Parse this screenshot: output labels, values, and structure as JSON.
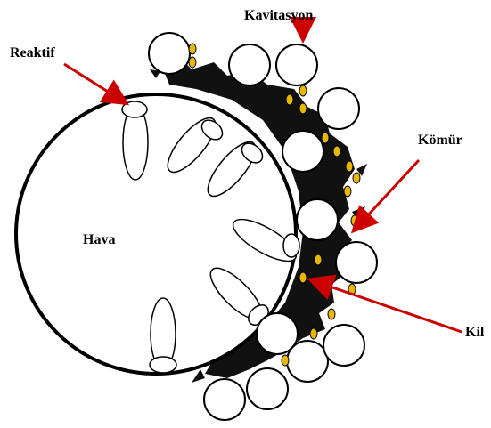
{
  "labels": {
    "reactive": "Reaktif",
    "cavitation": "Kavitasyon",
    "coal": "Kömür",
    "clay": "Kil",
    "air": "Hava"
  },
  "colors": {
    "arrow": "#cc0000",
    "particle": "#e8b800",
    "bubble_outline": "#000000",
    "aggregate": "#111111"
  },
  "icons": [
    "large-air-bubble",
    "small-bubbles",
    "coal-aggregate",
    "clay-particles",
    "reagent-molecules"
  ]
}
